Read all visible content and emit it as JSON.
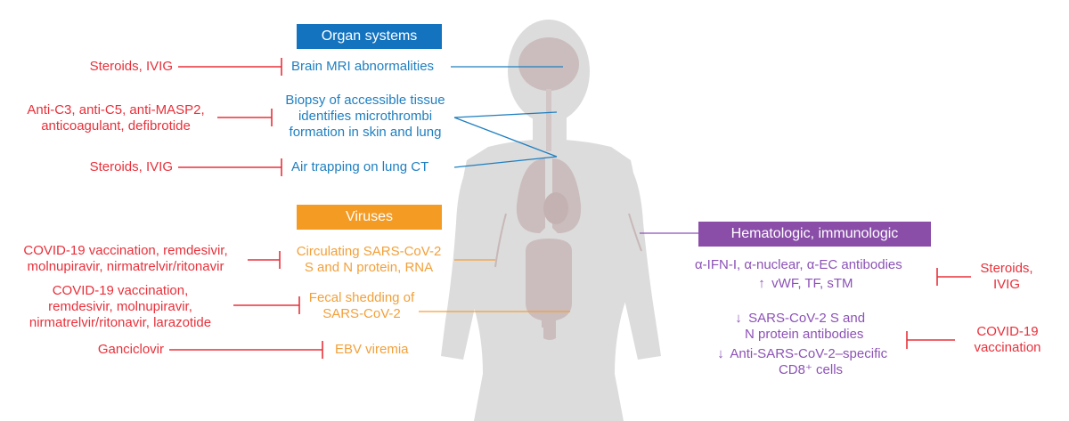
{
  "headers": {
    "organ": "Organ systems",
    "viruses": "Viruses",
    "hemato": "Hematologic, immunologic"
  },
  "organ": {
    "brain": "Brain MRI abnormalities",
    "biopsy": [
      "Biopsy of accessible tissue",
      "identifies microthrombi",
      "formation in skin and lung"
    ],
    "lung": "Air trapping on lung CT"
  },
  "organ_tx": {
    "brain": "Steroids, IVIG",
    "biopsy": [
      "Anti-C3, anti-C5, anti-MASP2,",
      "anticoagulant, defibrotide"
    ],
    "lung": "Steroids, IVIG"
  },
  "virus": {
    "circulating": [
      "Circulating SARS-CoV-2",
      "S and N protein, RNA"
    ],
    "fecal": [
      "Fecal shedding of",
      "SARS-CoV-2"
    ],
    "ebv": "EBV viremia"
  },
  "virus_tx": {
    "circulating": [
      "COVID-19 vaccination, remdesivir,",
      "molnupiravir, nirmatrelvir/ritonavir"
    ],
    "fecal": [
      "COVID-19 vaccination,",
      "remdesivir, molnupiravir,",
      "nirmatrelvir/ritonavir, larazotide"
    ],
    "ebv": "Ganciclovir"
  },
  "hemato": {
    "antibodies": "α-IFN-I, α-nuclear, α-EC antibodies",
    "vwf": "vWF, TF, sTM",
    "sars_ab": [
      "SARS-CoV-2 S and",
      "N protein antibodies"
    ],
    "cd8": [
      "Anti-SARS-CoV-2–specific",
      "CD8⁺ cells"
    ]
  },
  "hemato_tx": {
    "steroids": [
      "Steroids,",
      "IVIG"
    ],
    "vaccine": [
      "COVID-19",
      "vaccination"
    ]
  },
  "arrows": {
    "up": "↑",
    "down": "↓"
  },
  "colors": {
    "red": "#e8303a",
    "blue": "#1f7fc0",
    "orange": "#f2a03a",
    "purple": "#8c52b6",
    "body": "#dcdcdc",
    "organ": "#c9bcbc"
  }
}
